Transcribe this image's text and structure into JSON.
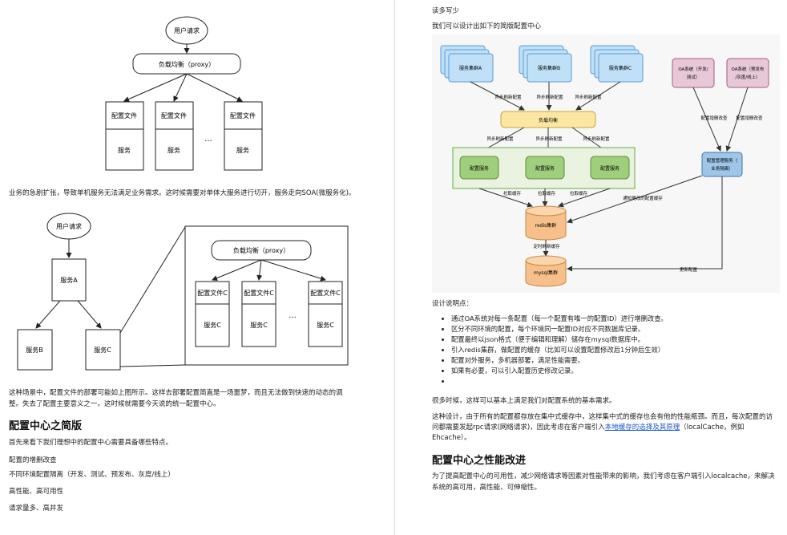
{
  "left": {
    "diagram1": {
      "user_request": "用户请求",
      "lb": "负载均衡（proxy）",
      "config_file": "配置文件",
      "service": "服务",
      "ellipsis": "..."
    },
    "para1": "业务的急剧扩张，导致单机服务无法满足业务需求。这时候需要对单体大服务进行切开，服务走向SOA(微服务化)。",
    "diagram2": {
      "user_request": "用户请求",
      "service_a": "服务A",
      "service_b": "服务B",
      "service_c": "服务C",
      "lb": "负载均衡（proxy）",
      "config_file_c": "配置文件C",
      "service_c_inner": "服务C",
      "ellipsis": "..."
    },
    "para2_line1": "这种场景中，配置文件的部署可能如上图所示。这样去部署配置简直是一场噩梦，而且无法做到快速的动态的调",
    "para2_line2": "整。失去了配置主要意义之一。这时候就需要今天说的统一配置中心。",
    "heading": "配置中心之简版",
    "intro": "首先来看下我们理想中的配置中心需要具备哪些特点。",
    "features": [
      "配置的增删改查",
      "不同环境配置隔离（开发、测试、预发布、灰度/线上）",
      "高性能、高可用性",
      "请求量多、高并发"
    ]
  },
  "right": {
    "top1": "读多写少",
    "top2": "我们可以设计出如下的简版配置中心",
    "arch": {
      "biz_a": "服务集群A",
      "biz_b": "服务集群B",
      "biz_c": "服务集群C",
      "oa1_l1": "OA系统（开发/",
      "oa1_l2": "测试）",
      "oa2_l1": "OA系统（预发布",
      "oa2_l2": "/灰度/线上）",
      "async_refresh": "异步刷新配置",
      "lb": "负载均衡",
      "config_service": "配置服务",
      "pull_cache": "拉取缓存",
      "redis": "redis集群",
      "timer_refresh": "定时刷新缓存",
      "mysql": "mysql集群",
      "config_add_del": "配置增删改查",
      "cfg_mgmt_l1": "配置管理服务（",
      "cfg_mgmt_l2": "业务隔离）",
      "notify": "通知更改的配置缓存",
      "update_config": "更新配置"
    },
    "notes_title": "设计说明点：",
    "bullets": [
      "通过OA系统对每一条配置（每一个配置有唯一的配置ID）进行增删改查。",
      "区分不同环境的配置，每个环境同一配置ID对应不同数据库记录。",
      "配置最终以json格式（便于编辑和理解）储存在mysql数据库中。",
      "引入redis集群，做配置的缓存（比如可以设置配置修改后1分钟后生效）",
      "配置对外服务，多机器部署，满足性能需要。",
      "如果有必要，可以引入配置历史修改记录。",
      ""
    ],
    "p1": "很多时候，这样可以基本上满足我们对配置系统的基本需求。",
    "p2_l1": "这种设计，由于所有的配置都存放在集中式缓存中，这样集中式的缓存也会有他的性能瓶颈。而且，每次配置的访",
    "p2_l2a": "问都需要发起rpc请求(网络请求)，因此考虑在客户端引入",
    "p2_link": "本地缓存的选择及其原理",
    "p2_l2b": "（localCache，例如",
    "p2_l3": "Ehcache）。",
    "heading": "配置中心之性能改进",
    "p3_l1": "为了提高配置中心的可用性，减少网络请求等因素对性能带来的影响，我们考虑在客户端引入localcache，来解决",
    "p3_l2": "系统的高可用，高性能、可伸缩性。"
  }
}
